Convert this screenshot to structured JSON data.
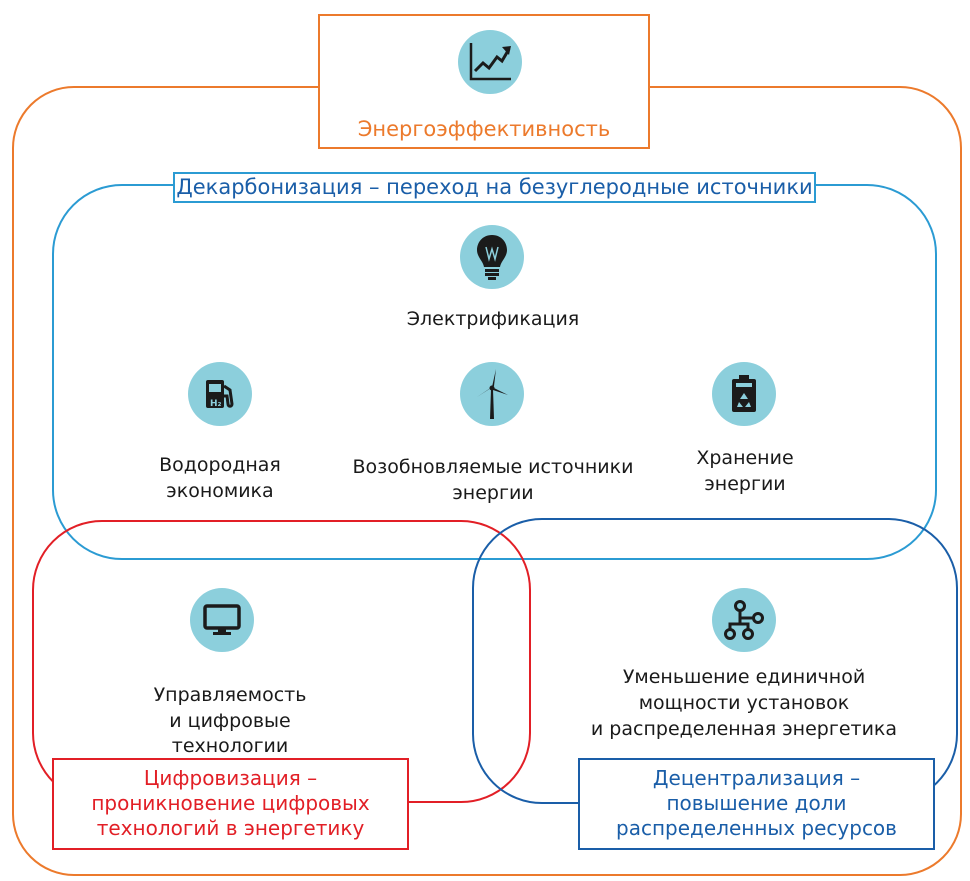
{
  "colors": {
    "orange": "#ec7a2c",
    "light_blue": "#2b9bd3",
    "red": "#e21f26",
    "dark_blue": "#1a5ea8",
    "icon_circle": "#8ccfdc",
    "icon_dark": "#1b1b1b"
  },
  "energy_efficiency": {
    "title": "Энергоэффективность",
    "icon": "growth-chart-icon"
  },
  "decarbonization": {
    "title": "Декарбонизация – переход на безуглеродные источники",
    "electrification": {
      "label": "Электрификация",
      "icon": "light-bulb-icon"
    },
    "hydrogen": {
      "label_line1": "Водородная",
      "label_line2": "экономика",
      "icon": "hydrogen-fuel-pump-icon"
    },
    "renewables": {
      "label_line1": "Возобновляемые источники",
      "label_line2": "энергии",
      "icon": "wind-turbine-icon"
    },
    "storage": {
      "label_line1": "Хранение",
      "label_line2": "энергии",
      "icon": "battery-recycle-icon"
    }
  },
  "digitalization": {
    "title_line1": "Цифровизация –",
    "title_line2": "проникновение цифровых",
    "title_line3": "технологий в энергетику",
    "item": {
      "label_line1": "Управляемость",
      "label_line2": "и цифровые технологии",
      "icon": "monitor-icon"
    }
  },
  "decentralization": {
    "title_line1": "Децентрализация –",
    "title_line2": "повышение доли",
    "title_line3": "распределенных ресурсов",
    "item": {
      "label_line1": "Уменьшение единичной",
      "label_line2": "мощности установок",
      "label_line3": "и распределенная энергетика",
      "icon": "network-nodes-icon"
    }
  }
}
